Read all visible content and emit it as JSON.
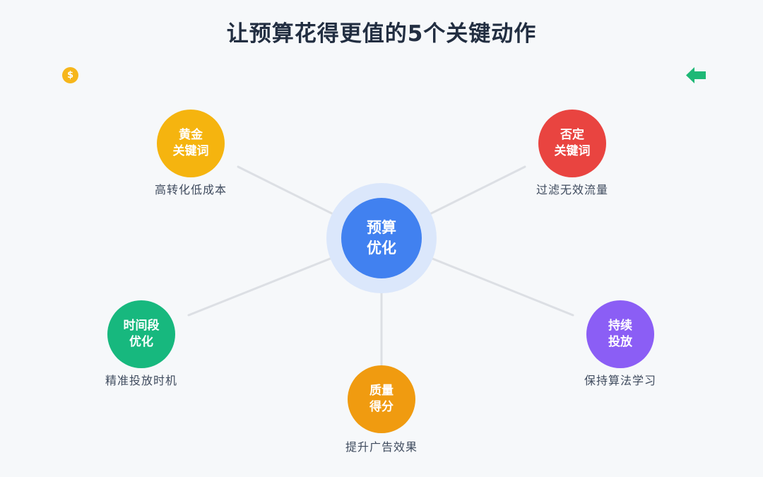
{
  "page": {
    "title": "让预算花得更值的5个关键动作"
  },
  "theme": {
    "background": "#f6f8fa",
    "title_color": "#222e41",
    "caption_color": "#3f4b5e",
    "connector_color": "#dcdfe4"
  },
  "decorations": {
    "coin": {
      "symbol": "$",
      "color": "#f6b61b"
    },
    "back_arrow": {
      "color": "#1eb876"
    }
  },
  "hub": {
    "line1": "预算",
    "line2": "优化",
    "color": "#4181f0",
    "halo_color": "#dbe7fb"
  },
  "nodes": [
    {
      "id": "golden-keywords",
      "line1": "黄金",
      "line2": "关键词",
      "caption": "高转化低成本",
      "color": "#f5b40f"
    },
    {
      "id": "negative-keywords",
      "line1": "否定",
      "line2": "关键词",
      "caption": "过滤无效流量",
      "color": "#e94440"
    },
    {
      "id": "time-slot-optimization",
      "line1": "时间段",
      "line2": "优化",
      "caption": "精准投放时机",
      "color": "#17b87e"
    },
    {
      "id": "quality-score",
      "line1": "质量",
      "line2": "得分",
      "caption": "提升广告效果",
      "color": "#f09b10"
    },
    {
      "id": "continuous-delivery",
      "line1": "持续",
      "line2": "投放",
      "caption": "保持算法学习",
      "color": "#8b5ef5"
    }
  ]
}
